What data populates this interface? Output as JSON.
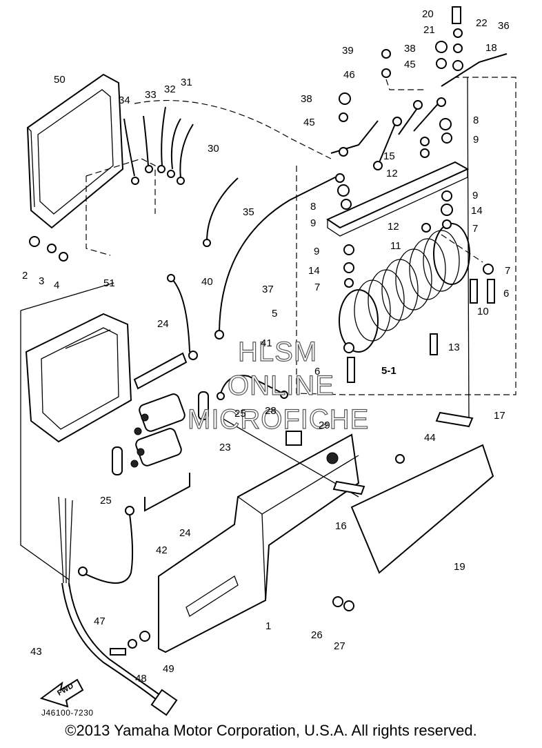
{
  "diagram": {
    "part_labels": [
      "1",
      "2",
      "3",
      "4",
      "5",
      "5-1",
      "6",
      "6",
      "7",
      "7",
      "7",
      "8",
      "8",
      "9",
      "9",
      "9",
      "9",
      "10",
      "11",
      "12",
      "12",
      "13",
      "14",
      "14",
      "15",
      "16",
      "17",
      "18",
      "19",
      "20",
      "21",
      "22",
      "23",
      "24",
      "24",
      "25",
      "25",
      "26",
      "27",
      "28",
      "29",
      "30",
      "31",
      "32",
      "33",
      "34",
      "35",
      "36",
      "37",
      "38",
      "38",
      "39",
      "40",
      "41",
      "42",
      "43",
      "44",
      "45",
      "45",
      "46",
      "47",
      "48",
      "49",
      "50",
      "51"
    ],
    "arrow_label": "FWD",
    "drawing_code": "J46100-7230",
    "watermark": [
      "HLSM",
      "ONLINE",
      "MICROFICHE"
    ]
  },
  "footer": {
    "copyright": "©2013 Yamaha Motor Corporation, U.S.A. All rights reserved."
  }
}
